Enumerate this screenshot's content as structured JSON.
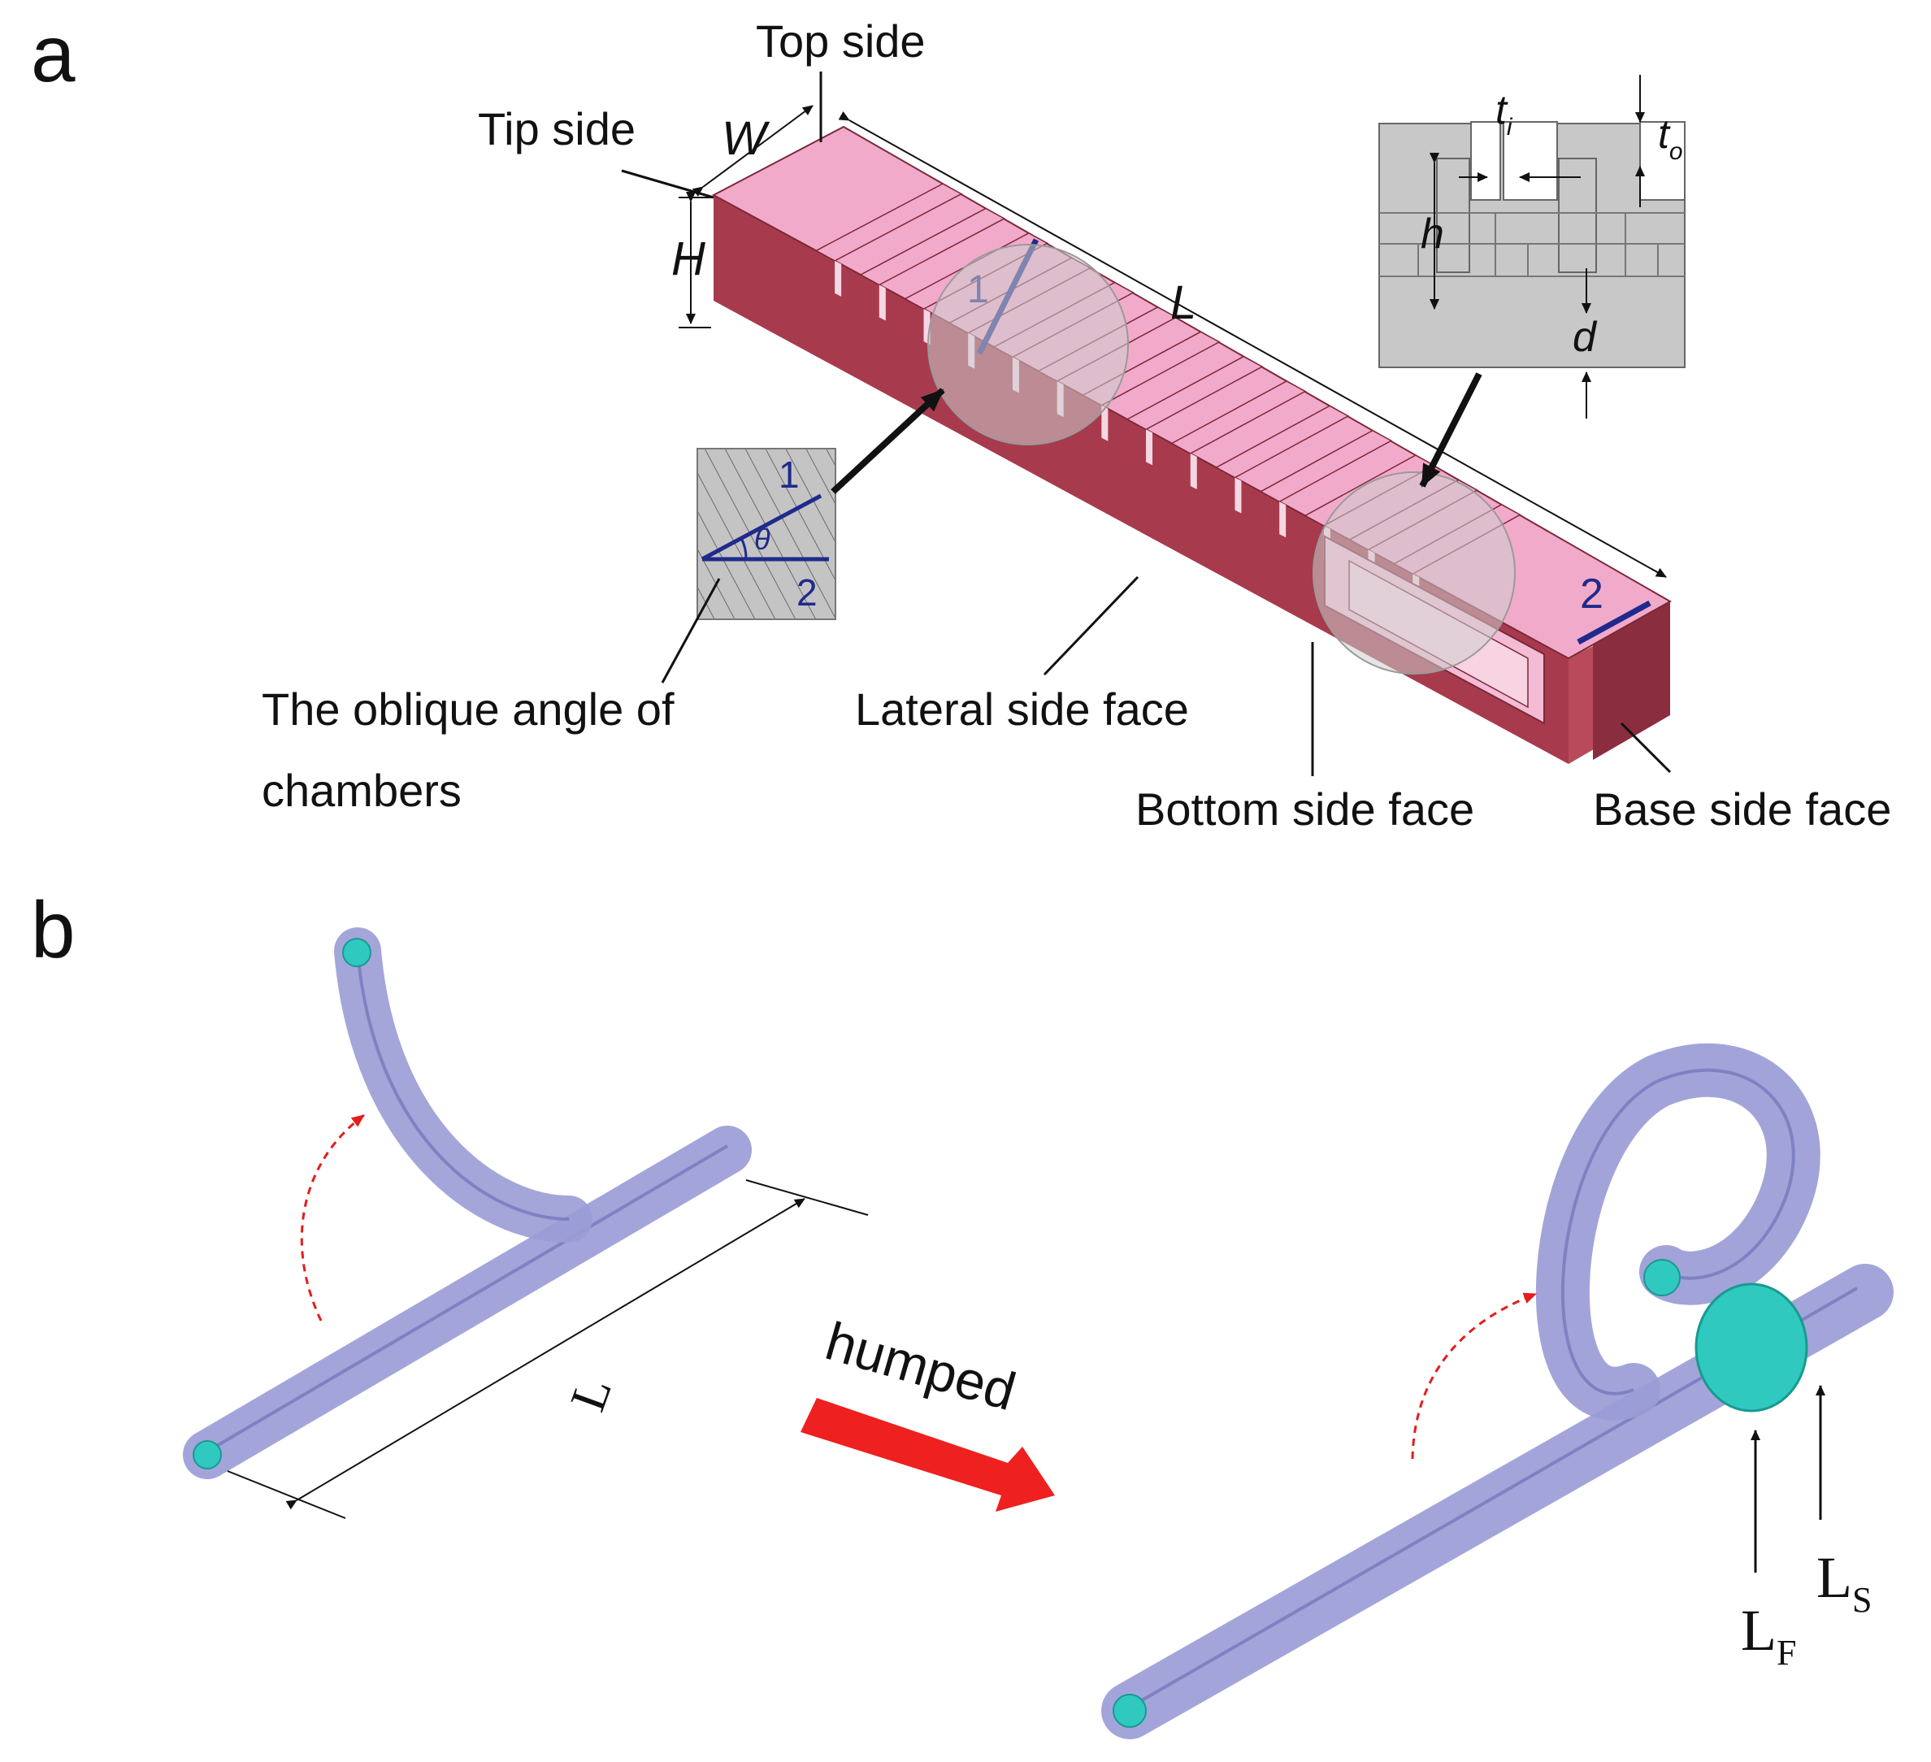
{
  "panel_a": {
    "panel_label": "a",
    "labels": {
      "top_side": "Top side",
      "tip_side": "Tip side",
      "lateral_side_face": "Lateral side face",
      "bottom_side_face": "Bottom side face",
      "base_side_face": "Base side face",
      "oblique_angle_line1": "The oblique angle of",
      "oblique_angle_line2": "chambers"
    },
    "dimensions": {
      "width": "W",
      "height": "H",
      "length": "L",
      "inner_wall": "t",
      "inner_wall_sub": "i",
      "outer_wall": "t",
      "outer_wall_sub": "o",
      "chamber_height": "h",
      "base_thickness": "d"
    },
    "inset_angle": {
      "line1": "1",
      "line2": "2",
      "angle_symbol": "θ"
    },
    "markers": {
      "marker1": "1",
      "marker2": "2"
    },
    "colors": {
      "top_face": "#f2aacb",
      "side_face": "#a73b4d",
      "side_face_dark": "#8a2d3e",
      "marker_line": "#1f2a8c",
      "cross_section": "#c8c8c8"
    }
  },
  "panel_b": {
    "panel_label": "b",
    "labels": {
      "length": "L",
      "humped": "humped",
      "lf": "L",
      "lf_sub": "F",
      "ls": "L",
      "ls_sub": "S"
    },
    "colors": {
      "tube": "#9a9cd6",
      "tube_edge": "#6f72b8",
      "tip": "#2fc9c0",
      "arrow": "#ee2020"
    }
  }
}
